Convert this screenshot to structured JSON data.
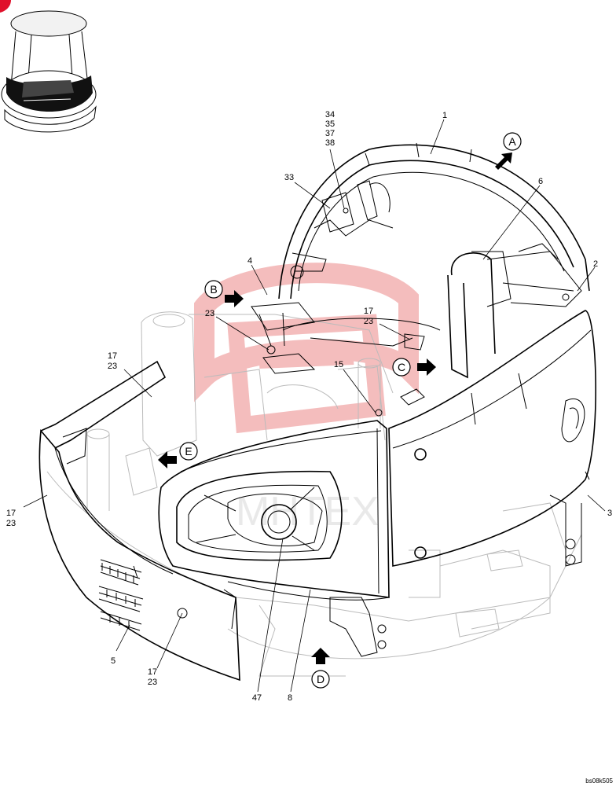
{
  "diagram": {
    "part_labels": {
      "p1": "1",
      "p2": "2",
      "p3": "3",
      "p4": "4",
      "p5": "5",
      "p6": "6",
      "p8": "8",
      "p15": "15",
      "p33": "33",
      "p47": "47",
      "p23a": "23",
      "p34_38": [
        "34",
        "35",
        "37",
        "38"
      ],
      "p17_23_right": [
        "17",
        "23"
      ],
      "p17_23_leftmid": [
        "17",
        "23"
      ],
      "p17_23_leftedge": [
        "17",
        "23"
      ],
      "p17_23_bottom": [
        "17",
        "23"
      ]
    },
    "view_markers": {
      "A": "A",
      "B": "B",
      "C": "C",
      "D": "D",
      "E": "E"
    },
    "watermark": "MHTEX",
    "drawing_code": "bs08k505"
  }
}
